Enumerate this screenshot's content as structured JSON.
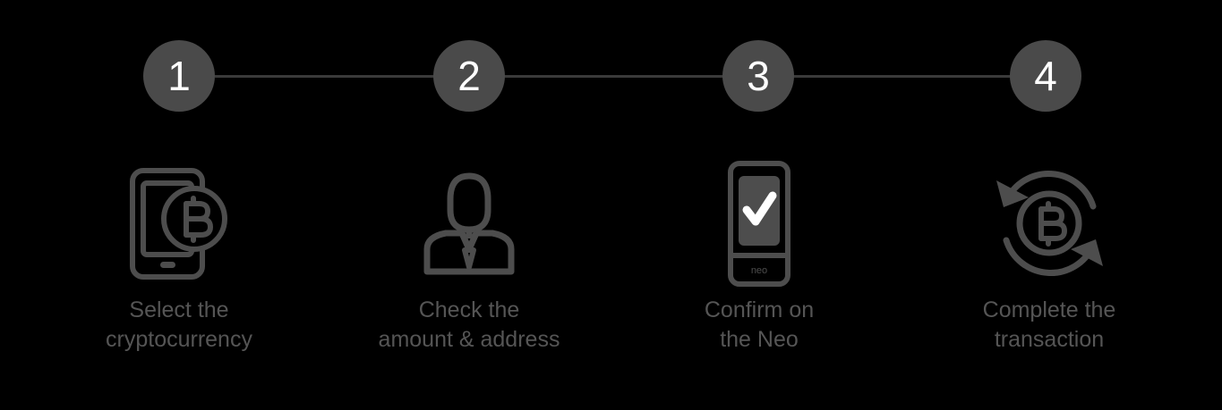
{
  "colors": {
    "background": "#000000",
    "circle_fill": "#4a4a4a",
    "circle_number": "#ffffff",
    "connector_line": "#3a3a3a",
    "icon_stroke": "#4d4d4d",
    "label_text": "#555555"
  },
  "progress": {
    "total_steps": 4,
    "markers": [
      {
        "number": "1"
      },
      {
        "number": "2"
      },
      {
        "number": "3"
      },
      {
        "number": "4"
      }
    ]
  },
  "steps": [
    {
      "number": "1",
      "icon": "phone-bitcoin-icon",
      "label_line1": "Select the",
      "label_line2": "cryptocurrency",
      "label": "Select the\ncryptocurrency"
    },
    {
      "number": "2",
      "icon": "person-suit-icon",
      "label_line1": "Check the",
      "label_line2": "amount & address",
      "label": "Check the\namount & address"
    },
    {
      "number": "3",
      "icon": "device-checkmark-icon",
      "device_brand_mark": "neo",
      "label_line1": "Confirm on",
      "label_line2": "the Neo",
      "label": "Confirm on\nthe Neo"
    },
    {
      "number": "4",
      "icon": "bitcoin-refresh-arrows-icon",
      "label_line1": "Complete the",
      "label_line2": "transaction",
      "label": "Complete the\ntransaction"
    }
  ]
}
